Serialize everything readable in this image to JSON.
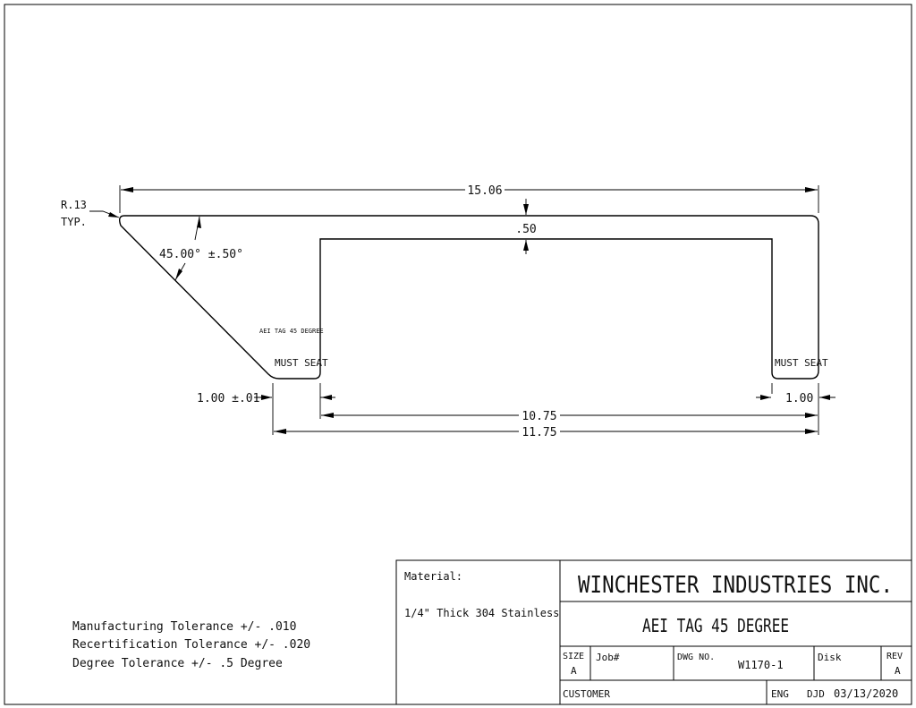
{
  "part": {
    "label": "AEI TAG 45 DEGREE",
    "must_seat_left": "MUST SEAT",
    "must_seat_right": "MUST SEAT"
  },
  "dimensions": {
    "overall_length": "15.06",
    "radius_line1": "R.13",
    "radius_line2": "TYP.",
    "angle": "45.00° ±.50°",
    "thickness": ".50",
    "left_leg": "1.00 ±.01",
    "right_leg": "1.00",
    "inner_span": "10.75",
    "outer_span": "11.75"
  },
  "tolerances": [
    "Manufacturing Tolerance +/- .010",
    "Recertification Tolerance +/- .020",
    "Degree Tolerance +/- .5 Degree"
  ],
  "title_block": {
    "material_label": "Material:",
    "material_value": "1/4\" Thick 304 Stainless",
    "company": "WINCHESTER INDUSTRIES INC.",
    "title": "AEI TAG 45 DEGREE",
    "size_label": "SIZE",
    "size_value": "A",
    "job_label": "Job#",
    "dwg_label": "DWG NO.",
    "dwg_value": "W1170-1",
    "disk_label": "Disk",
    "rev_label": "REV",
    "rev_value": "A",
    "customer_label": "CUSTOMER",
    "eng_label": "ENG",
    "eng_value": "DJD",
    "date": "03/13/2020"
  }
}
